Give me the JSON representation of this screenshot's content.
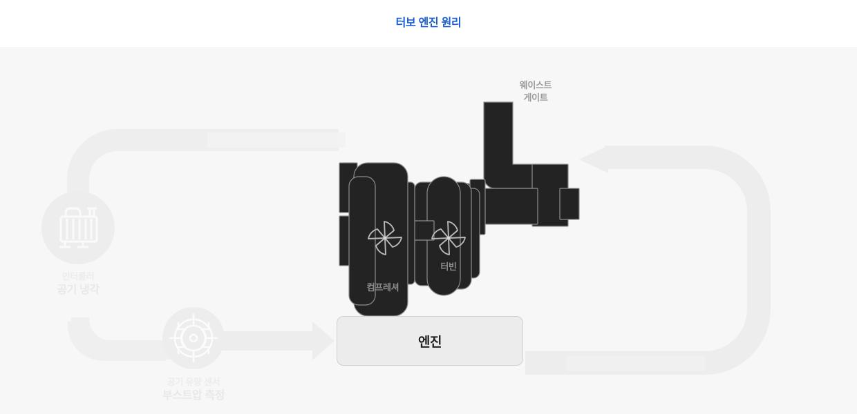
{
  "header": {
    "title": "터보 엔진 원리",
    "title_color": "#1a5fd0"
  },
  "colors": {
    "page_bg": "#ffffff",
    "canvas_bg": "#f7f7f7",
    "pipe": "#ededed",
    "pipe_light": "#f1f1f1",
    "turbo_body": "#232323",
    "turbo_outline": "#8e8e8e",
    "blade_stroke": "#b9b9b9",
    "ghost_icon": "#ededed",
    "ghost_text": "#e8e8e8",
    "part_label": "#8d8d8d",
    "engine_fill": "#ececec",
    "engine_border": "#cfcfcf",
    "engine_text": "#202020"
  },
  "diagram": {
    "engine": {
      "label": "엔진"
    },
    "parts": [
      {
        "id": "compressor",
        "label": "컴프레셔",
        "icon": "pinwheel-blade-icon"
      },
      {
        "id": "turbine",
        "label": "터빈",
        "icon": "pinwheel-blade-icon"
      }
    ],
    "wastegate": {
      "line1": "웨이스트",
      "line2": "게이트"
    },
    "ghost_nodes": [
      {
        "id": "intercooler",
        "icon": "intercooler-radiator-icon",
        "title": "인터쿨러",
        "subtitle": "공기 냉각"
      },
      {
        "id": "air-flow-sensor",
        "icon": "target-sensor-icon",
        "title": "공기 유량 센서",
        "subtitle": "부스트압 측정"
      }
    ],
    "flows": [
      {
        "id": "intake-flow",
        "from": "compressor",
        "to": "intercooler",
        "direction": "left"
      },
      {
        "id": "charge-flow",
        "from": "intercooler",
        "to": "engine",
        "direction": "right"
      },
      {
        "id": "exhaust-flow",
        "from": "engine",
        "to": "turbine",
        "direction": "left"
      }
    ]
  }
}
